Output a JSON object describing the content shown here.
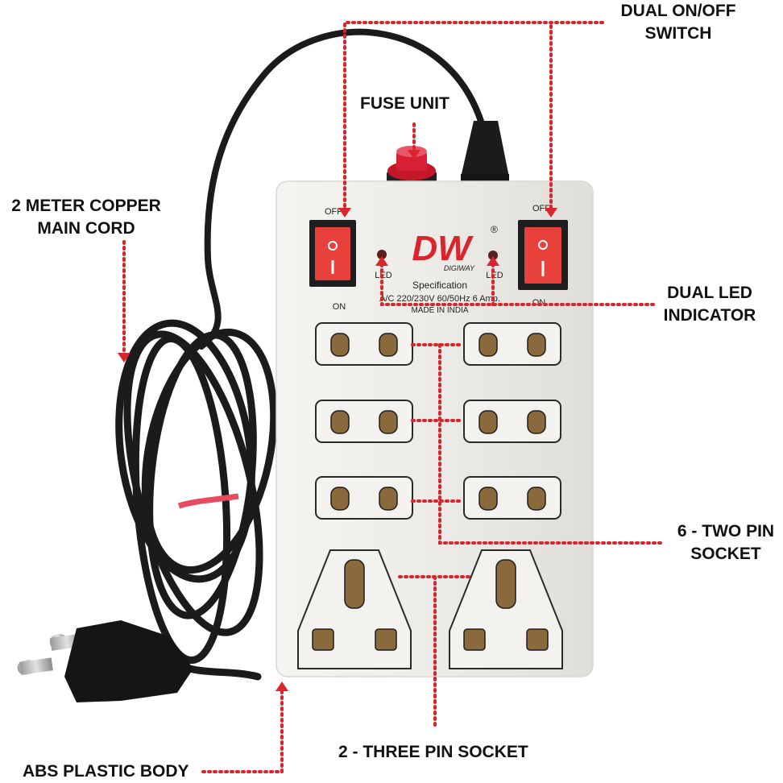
{
  "colors": {
    "background": "#ffffff",
    "callout_dots": "#d9252b",
    "body": "#eeeeea",
    "cord": "#1b1b1b",
    "switch_red": "#e8413c",
    "brand_red": "#d9252b"
  },
  "callouts": {
    "dual_switch_line1": "DUAL ON/OFF",
    "dual_switch_line2": "SWITCH",
    "fuse_unit": "FUSE UNIT",
    "cord_line1": "2 METER COPPER",
    "cord_line2": "MAIN CORD",
    "led_line1": "DUAL LED",
    "led_line2": "INDICATOR",
    "two_pin_line1": "6 - TWO PIN",
    "two_pin_line2": "SOCKET",
    "three_pin": "2 - THREE PIN SOCKET",
    "body": "ABS PLASTIC BODY"
  },
  "device": {
    "left_switch": {
      "top_label": "OFF",
      "bottom_label": "ON",
      "symbol_on": "|",
      "symbol_off": "O"
    },
    "right_switch": {
      "top_label": "OFF",
      "bottom_label": "ON",
      "symbol_on": "|",
      "symbol_off": "O"
    },
    "led_label_left": "LED",
    "led_label_right": "LED",
    "brand_logo": "DW",
    "registered_mark": "®",
    "brand_name": "DIGIWAY",
    "spec_title": "Specification",
    "spec_line": "A/C 220/230V 60/50Hz 6 Amp.",
    "made_in": "MADE IN INDIA",
    "two_pin_socket_count": 6,
    "three_pin_socket_count": 2
  }
}
